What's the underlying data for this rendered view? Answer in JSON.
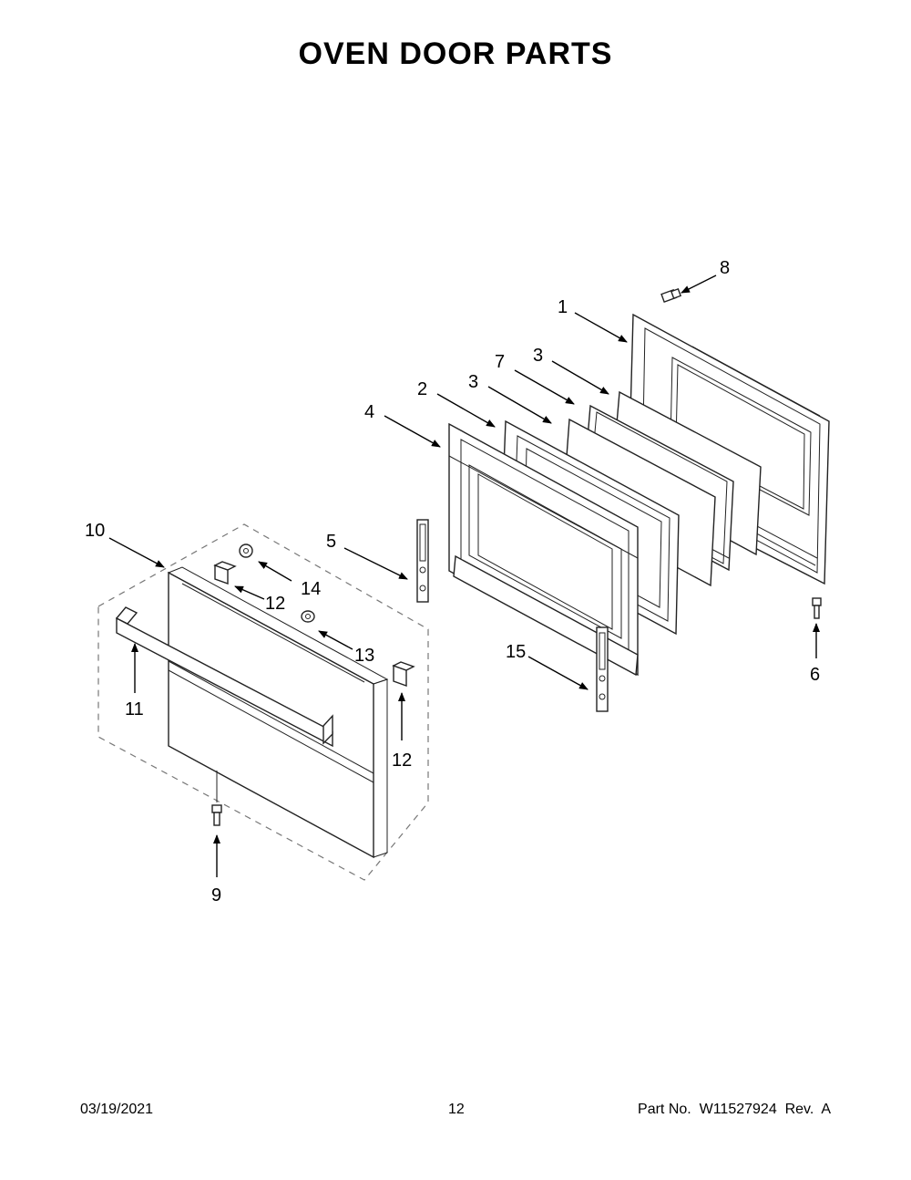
{
  "title": "OVEN DOOR PARTS",
  "callouts": [
    {
      "number": "1"
    },
    {
      "number": "2"
    },
    {
      "number": "3"
    },
    {
      "number": "3"
    },
    {
      "number": "4"
    },
    {
      "number": "5"
    },
    {
      "number": "6"
    },
    {
      "number": "7"
    },
    {
      "number": "8"
    },
    {
      "number": "9"
    },
    {
      "number": "10"
    },
    {
      "number": "11"
    },
    {
      "number": "12"
    },
    {
      "number": "12"
    },
    {
      "number": "13"
    },
    {
      "number": "14"
    },
    {
      "number": "15"
    }
  ],
  "footer": {
    "date": "03/19/2021",
    "page": "12",
    "part_no": "Part No.  W11527924  Rev.  A"
  }
}
